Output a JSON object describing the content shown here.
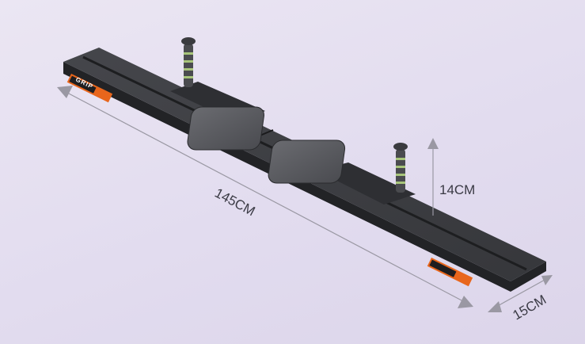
{
  "product": {
    "brand_logo_text": "GRIP",
    "colors": {
      "board": "#3b3c40",
      "board_side": "#26272a",
      "pedal": "#55565b",
      "accent": "#e8661c",
      "grip": "#a7c47a"
    }
  },
  "dimensions": {
    "length_label": "145CM",
    "height_label": "14CM",
    "width_label": "15CM"
  }
}
